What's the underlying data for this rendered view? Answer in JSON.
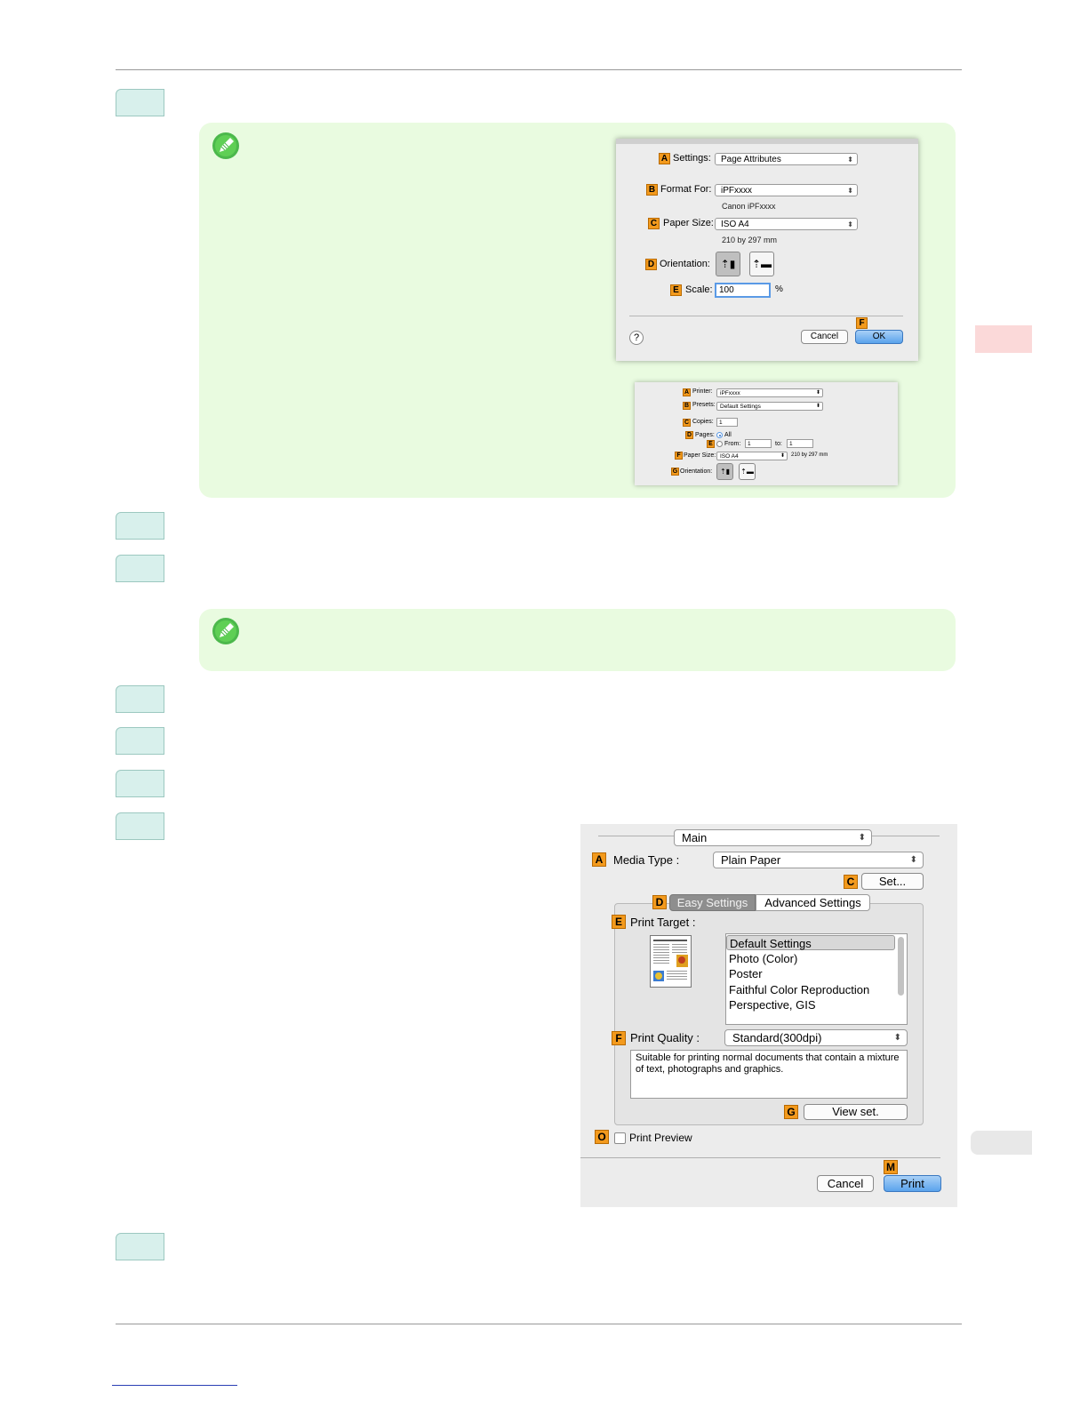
{
  "page_setup_dialog": {
    "settings_label": "Settings:",
    "settings_value": "Page Attributes",
    "format_for_label": "Format For:",
    "format_for_value": "iPFxxxx",
    "format_for_sub": "Canon iPFxxxx",
    "paper_size_label": "Paper Size:",
    "paper_size_value": "ISO A4",
    "paper_size_sub": "210 by 297 mm",
    "orientation_label": "Orientation:",
    "scale_label": "Scale:",
    "scale_value": "100",
    "scale_unit": "%",
    "help": "?",
    "cancel": "Cancel",
    "ok": "OK",
    "badges": [
      "A",
      "B",
      "C",
      "D",
      "E",
      "F"
    ]
  },
  "print_dialog_small": {
    "printer_label": "Printer:",
    "printer_value": "iPFxxxx",
    "presets_label": "Presets:",
    "presets_value": "Default Settings",
    "copies_label": "Copies:",
    "copies_value": "1",
    "pages_label": "Pages:",
    "pages_all": "All",
    "pages_from": "From:",
    "from_value": "1",
    "pages_to": "to:",
    "to_value": "1",
    "paper_size_label": "Paper Size:",
    "paper_size_value": "ISO A4",
    "paper_size_sub": "210 by 297 mm",
    "orientation_label": "Orientation:",
    "badges": [
      "A",
      "B",
      "C",
      "D",
      "E",
      "F",
      "G"
    ]
  },
  "main_dialog": {
    "panel_value": "Main",
    "media_type_label": "Media Type :",
    "media_type_value": "Plain Paper",
    "set_button": "Set...",
    "tab_easy": "Easy Settings",
    "tab_advanced": "Advanced Settings",
    "print_target_label": "Print Target :",
    "print_targets": [
      "Default Settings",
      "Photo (Color)",
      "Poster",
      "Faithful Color Reproduction",
      "Perspective, GIS"
    ],
    "print_quality_label": "Print Quality :",
    "print_quality_value": "Standard(300dpi)",
    "description": "Suitable for printing normal documents that contain a mixture of text, photographs and graphics.",
    "view_set_button": "View set.",
    "print_preview_label": "Print Preview",
    "cancel": "Cancel",
    "print": "Print",
    "badges": {
      "A": "A",
      "C": "C",
      "D": "D",
      "E": "E",
      "F": "F",
      "G": "G",
      "O": "O",
      "M": "M"
    }
  }
}
